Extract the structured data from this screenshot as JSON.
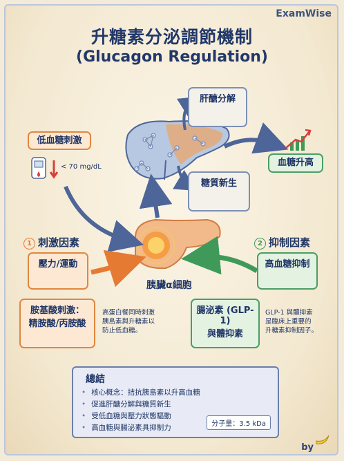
{
  "brand": "ExamWise",
  "title": "升糖素分泌調節機制",
  "subtitle": "(Glucagon Regulation)",
  "liver_outputs": {
    "glycogenolysis": "肝醣分解",
    "gluconeogenesis": "糖質新生",
    "result": "血糖升高"
  },
  "stimulus_main": {
    "label": "低血糖刺激",
    "threshold": "< 70 mg/dL"
  },
  "pancreas_label": "胰臟α細胞",
  "stimulators": {
    "number": "1",
    "heading": "刺激因素",
    "stress": "壓力/運動",
    "amino_line1": "胺基酸刺激：",
    "amino_line2": "精胺酸/丙胺酸",
    "note_lines": [
      "高蛋白餐同時刺激",
      "胰島素與升糖素以",
      "防止低血糖。"
    ]
  },
  "inhibitors": {
    "number": "2",
    "heading": "抑制因素",
    "hyperglycemia": "高血糖抑制",
    "glp1_line1": "腸泌素 (GLP-1)",
    "glp1_line2": "與體抑素",
    "note_lines": [
      "GLP-1 與體抑素",
      "是臨床上重要的",
      "升糖素抑制因子。"
    ]
  },
  "summary": {
    "heading": "總結",
    "points": [
      "核心概念：拮抗胰島素以升高血糖",
      "促進肝醣分解與糖質新生",
      "受低血糖與壓力狀態驅動",
      "高血糖與腸泌素具抑制力"
    ],
    "molecular_weight": "分子量：3.5 kDa"
  },
  "signature": "by",
  "colors": {
    "stimulus": "#e0873f",
    "inhibition": "#4a9e64",
    "accent": "#22386a"
  }
}
